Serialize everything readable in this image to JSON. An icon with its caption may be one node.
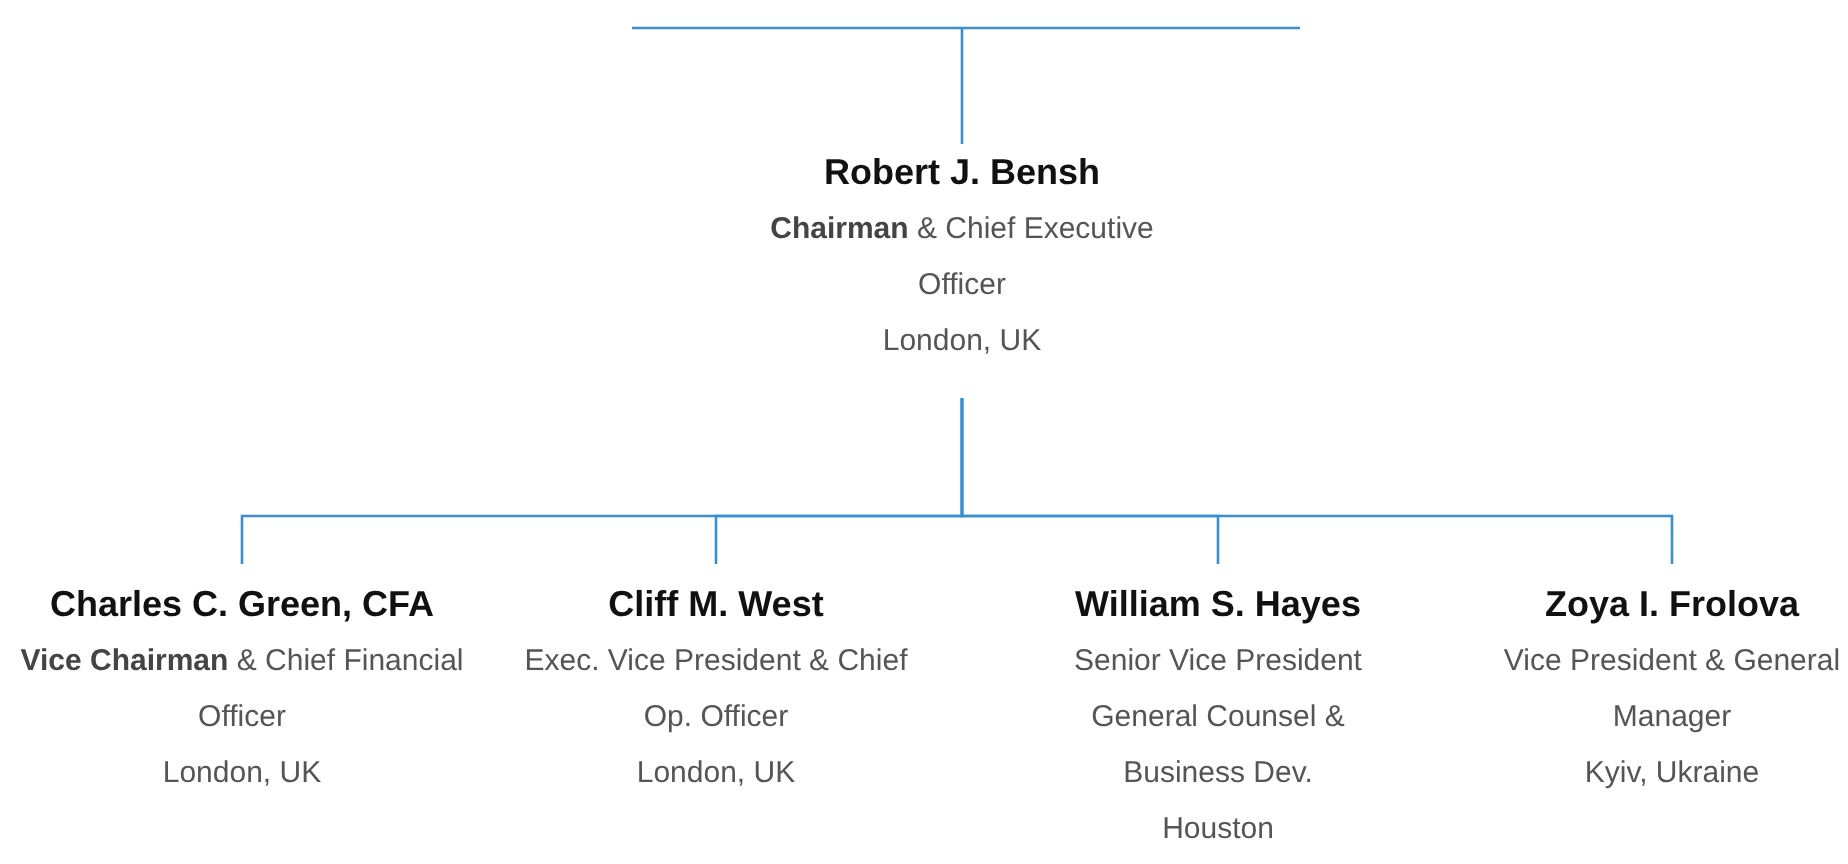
{
  "diagram": {
    "nodes": [
      {
        "text": [
          "Robert J. Bensh",
          "**Chairman** & Chief Executive Officer",
          "London, UK"
        ]
      },
      {
        "text": [
          "Charles C. Green, CFA",
          "**Vice Chairman** & Chief Financial Officer",
          "London, UK"
        ]
      },
      {
        "text": [
          "Cliff M. West",
          "Exec. Vice President & Chief Op. Officer",
          "London, UK"
        ]
      },
      {
        "text": [
          "William S. Hayes",
          "Senior Vice President General Counsel & Business Dev.",
          "Houston"
        ]
      },
      {
        "text": [
          "Zoya I. Frolova",
          "Vice President & General Manager",
          "Kyiv, Ukraine"
        ]
      }
    ],
    "edges": [
      {
        "from": null,
        "to": 0,
        "arrow": "none"
      },
      {
        "from": 0,
        "to": 1,
        "arrow": "none"
      },
      {
        "from": 0,
        "to": 2,
        "arrow": "none"
      },
      {
        "from": 0,
        "to": 3,
        "arrow": "none"
      },
      {
        "from": 0,
        "to": 4,
        "arrow": "none"
      }
    ]
  }
}
